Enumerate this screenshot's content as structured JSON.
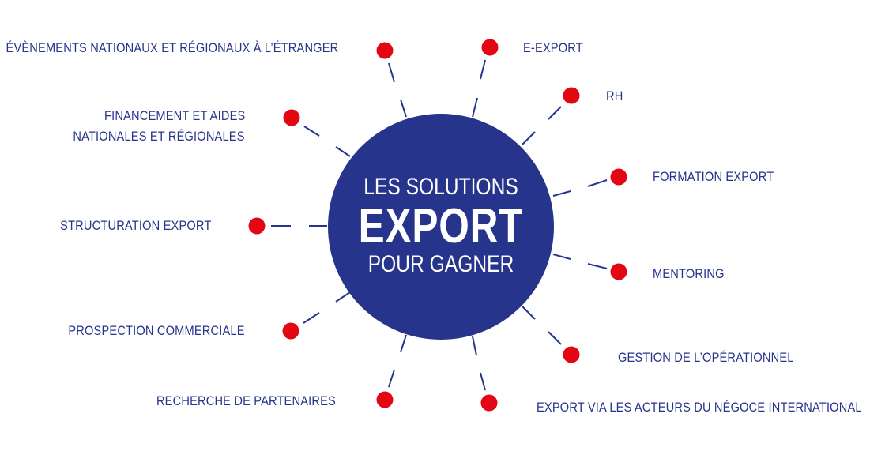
{
  "colors": {
    "circle": "#26348b",
    "dot": "#e30613",
    "line": "#26348b",
    "text": "#26348b"
  },
  "center": {
    "line1": "LES SOLUTIONS",
    "line2": "EXPORT",
    "line3": "POUR GAGNER"
  },
  "labels": {
    "evenements": "ÉVÈNEMENTS NATIONAUX ET RÉGIONAUX À L’ÉTRANGER",
    "financement_1": "FINANCEMENT ET AIDES",
    "financement_2": "NATIONALES ET RÉGIONALES",
    "structuration": "STRUCTURATION EXPORT",
    "prospection": "PROSPECTION COMMERCIALE",
    "recherche": "RECHERCHE DE PARTENAIRES",
    "eexport": "E-EXPORT",
    "rh": "RH",
    "formation": "FORMATION EXPORT",
    "mentoring": "MENTORING",
    "gestion": "GESTION DE L’OPÉRATIONNEL",
    "negoce": "EXPORT VIA LES ACTEURS DU NÉGOCE INTERNATIONAL"
  }
}
